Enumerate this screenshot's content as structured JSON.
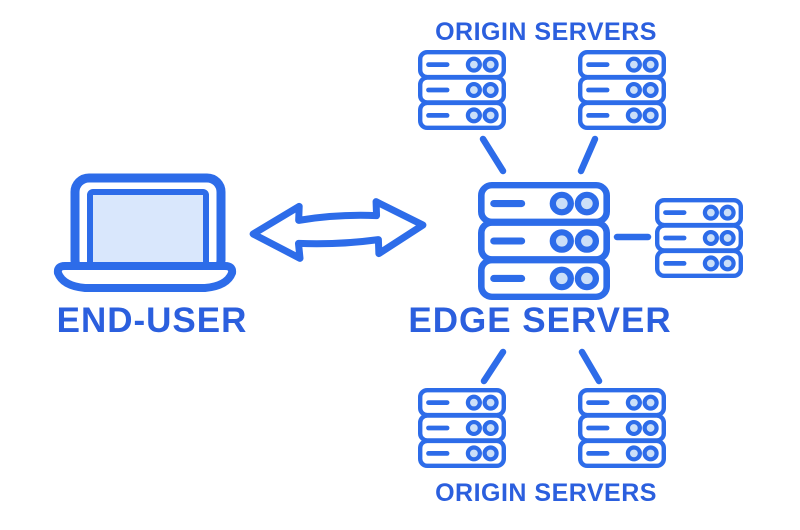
{
  "diagram": {
    "labels": {
      "origin_servers_top": "ORIGIN SERVERS",
      "edge_server": "EDGE SERVER",
      "end_user": "END-USER",
      "origin_servers_bottom": "ORIGIN SERVERS"
    },
    "colors": {
      "primary_blue": "#2D6CE9",
      "label_text_blue": "#2B5FDE",
      "icon_fill_light": "#CBDFF8",
      "laptop_screen_fill": "#D9E7FC",
      "background": "#FFFFFF"
    },
    "nodes": [
      {
        "id": "end-user",
        "label": "END-USER",
        "icon": "laptop-icon"
      },
      {
        "id": "edge-server",
        "label": "EDGE SERVER",
        "icon": "server-rack-icon"
      },
      {
        "id": "origin-server-top-left",
        "group_label": "ORIGIN SERVERS",
        "icon": "server-rack-icon"
      },
      {
        "id": "origin-server-top-right",
        "group_label": "ORIGIN SERVERS",
        "icon": "server-rack-icon"
      },
      {
        "id": "origin-server-right",
        "icon": "server-rack-icon"
      },
      {
        "id": "origin-server-bottom-left",
        "group_label": "ORIGIN SERVERS",
        "icon": "server-rack-icon"
      },
      {
        "id": "origin-server-bottom-right",
        "group_label": "ORIGIN SERVERS",
        "icon": "server-rack-icon"
      }
    ],
    "connections": [
      {
        "from": "end-user",
        "to": "edge-server",
        "style": "double-headed-arrow"
      },
      {
        "from": "edge-server",
        "to": "origin-server-top-left",
        "style": "line"
      },
      {
        "from": "edge-server",
        "to": "origin-server-top-right",
        "style": "line"
      },
      {
        "from": "edge-server",
        "to": "origin-server-right",
        "style": "line"
      },
      {
        "from": "edge-server",
        "to": "origin-server-bottom-left",
        "style": "line"
      },
      {
        "from": "edge-server",
        "to": "origin-server-bottom-right",
        "style": "line"
      }
    ]
  }
}
